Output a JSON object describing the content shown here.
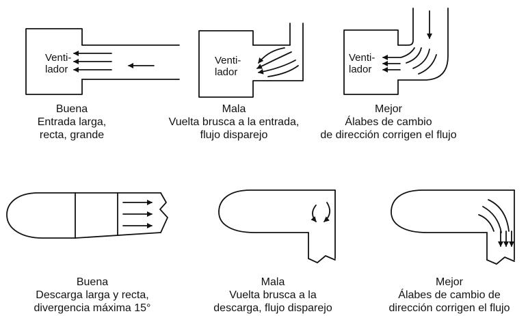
{
  "fan_label": {
    "line1": "Venti-",
    "line2": "lador"
  },
  "inlets": {
    "good": {
      "title": "Buena",
      "lines": [
        "Entrada larga,",
        "recta, grande"
      ]
    },
    "bad": {
      "title": "Mala",
      "lines": [
        "Vuelta brusca a la entrada,",
        "flujo disparejo"
      ]
    },
    "better": {
      "title": "Mejor",
      "lines": [
        "Álabes de cambio",
        "de dirección corrigen el flujo"
      ]
    }
  },
  "outlets": {
    "good": {
      "title": "Buena",
      "lines": [
        "Descarga larga y recta,",
        "divergencia máxima 15°"
      ]
    },
    "bad": {
      "title": "Mala",
      "lines": [
        "Vuelta brusca a la",
        "descarga, flujo disparejo"
      ]
    },
    "better": {
      "title": "Mejor",
      "lines": [
        "Álabes de cambio de",
        "dirección corrigen el flujo"
      ]
    }
  }
}
